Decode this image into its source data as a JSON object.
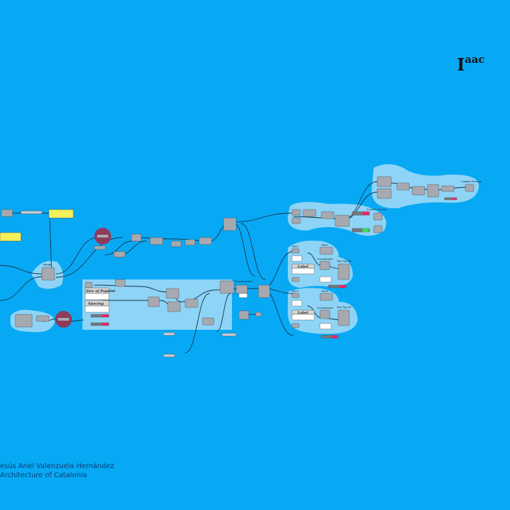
{
  "logo": {
    "main": "I",
    "sup": "aac"
  },
  "credits": {
    "author": "esús Ariel Valenzuela Hernández",
    "institution": "Architecture of Catalonia"
  },
  "colors": {
    "canvas": "#08a9f4",
    "group": "#a6dcf6",
    "node": "#a7a9b1",
    "wire": "#12324a",
    "cluster": "#8e3a5c",
    "panel_yellow": "#f5f05a"
  },
  "labels": {
    "merge": "Merge",
    "size_of_population": "Size of Populat",
    "spacing": "Spacing",
    "label_1": "Label",
    "label_2": "Label",
    "concatenate_1": "Concatenate",
    "concatenate_2": "Concatenate",
    "text_tag_1": "Text Tag 3D",
    "text_tag_2": "Text Tag 3D",
    "move_1": "Move",
    "move_2": "Move",
    "point_1": "Point",
    "point_2": "Point",
    "custom_preview_1": "Custom Preview",
    "custom_preview_2": "Custom Preview",
    "bounding_box": "Bounding Box"
  }
}
